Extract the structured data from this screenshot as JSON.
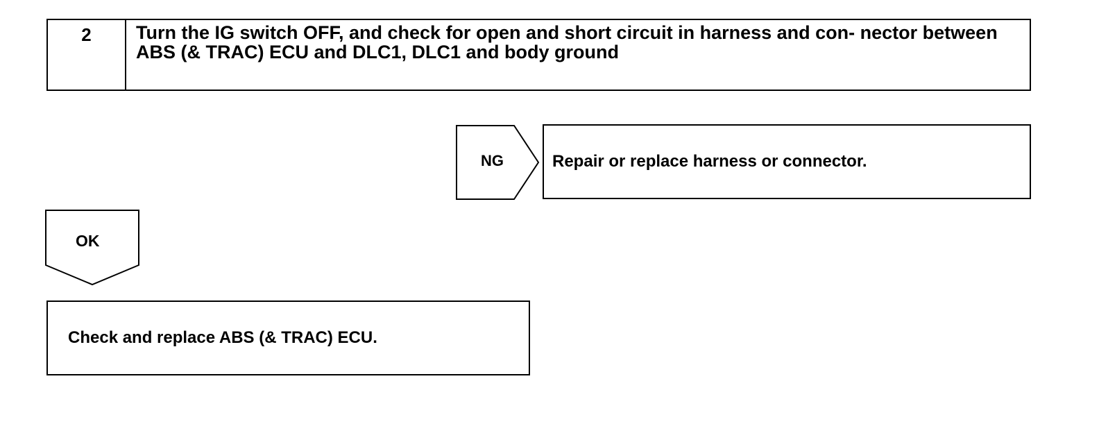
{
  "step": {
    "number": "2",
    "title": "Turn the IG switch OFF, and check for open and short circuit in harness and con- nector between ABS (& TRAC) ECU and DLC1, DLC1 and body ground"
  },
  "ng_branch": {
    "label": "NG",
    "result": "Repair or replace harness or connector."
  },
  "ok_branch": {
    "label": "OK",
    "result": "Check and replace ABS (& TRAC) ECU."
  },
  "colors": {
    "line": "#000000",
    "background": "#ffffff"
  }
}
